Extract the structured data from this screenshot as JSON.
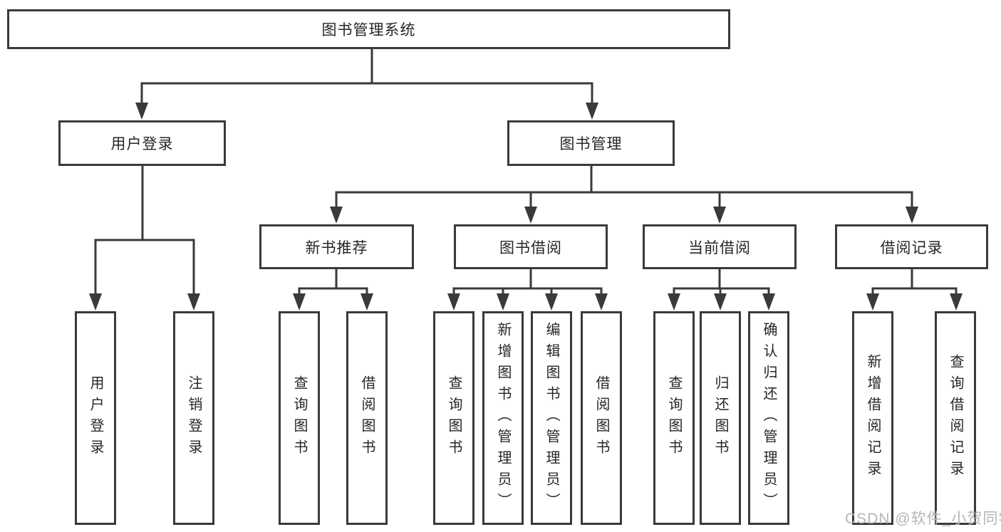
{
  "tree": {
    "root": "图书管理系统",
    "branches": [
      {
        "label": "用户登录",
        "leaves": [
          "用户登录",
          "注销登录"
        ]
      },
      {
        "label": "图书管理",
        "groups": [
          {
            "label": "新书推荐",
            "leaves": [
              "查询图书",
              "借阅图书"
            ]
          },
          {
            "label": "图书借阅",
            "leaves": [
              "查询图书",
              "新增图书（管理员）",
              "编辑图书（管理员）",
              "借阅图书"
            ]
          },
          {
            "label": "当前借阅",
            "leaves": [
              "查询图书",
              "归还图书",
              "确认归还（管理员）"
            ]
          },
          {
            "label": "借阅记录",
            "leaves": [
              "新增借阅记录",
              "查询借阅记录"
            ]
          }
        ]
      }
    ]
  },
  "watermark": "CSDN @软件_小贺同学",
  "colors": {
    "line": "#3a3a3a",
    "text": "#262626",
    "watermark": "#b5b5b5",
    "background": "#ffffff"
  }
}
